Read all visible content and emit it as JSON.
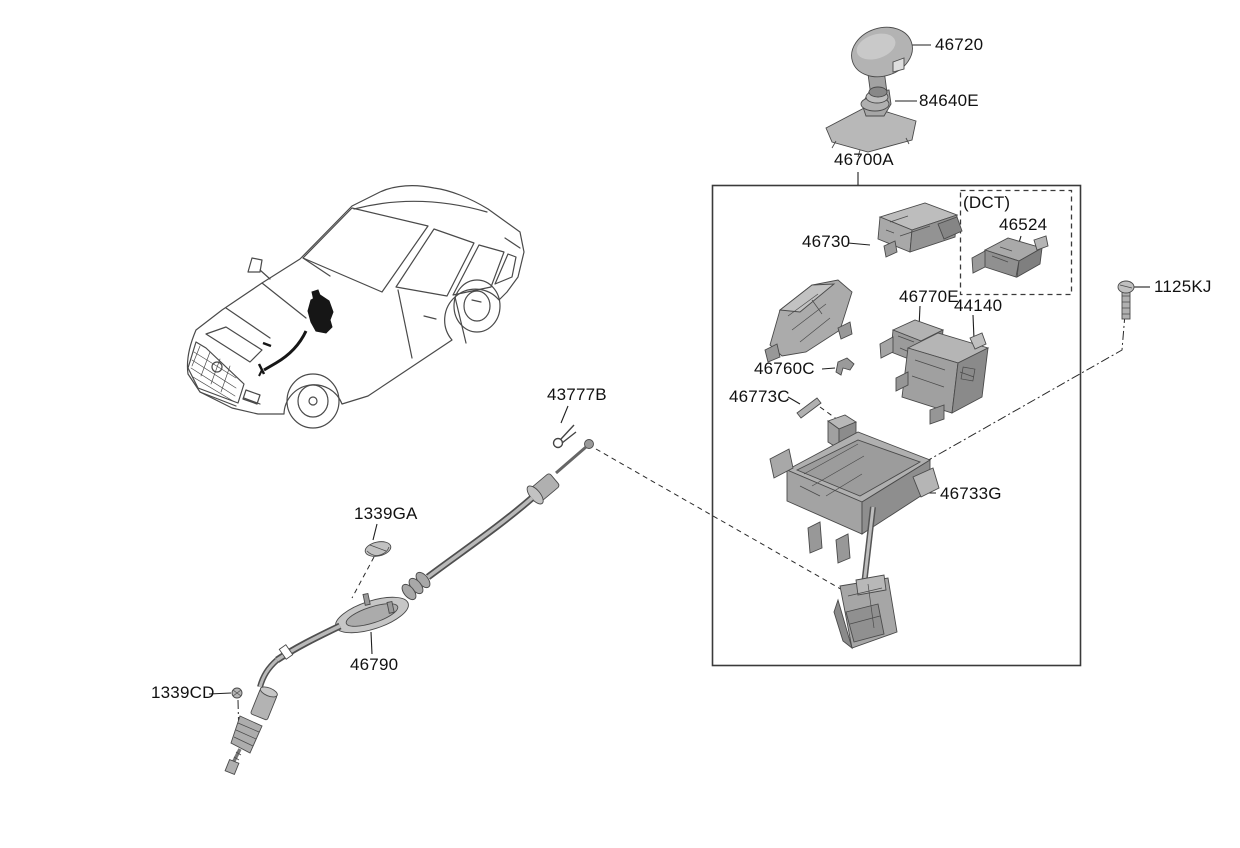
{
  "colors": {
    "line": "#4a4a4a",
    "text": "#111111",
    "box_stroke": "#3a3a3a",
    "part_light": "#c9c9c9",
    "part_mid": "#aeaeae",
    "part_dark": "#8f8f8f",
    "highlight": "#161616"
  },
  "labels": [
    {
      "id": "46720",
      "text": "46720"
    },
    {
      "id": "84640E",
      "text": "84640E"
    },
    {
      "id": "46700A",
      "text": "46700A"
    },
    {
      "id": "46730",
      "text": "46730"
    },
    {
      "id": "DCT",
      "text": "(DCT)"
    },
    {
      "id": "46524",
      "text": "46524"
    },
    {
      "id": "46770E",
      "text": "46770E"
    },
    {
      "id": "44140",
      "text": "44140"
    },
    {
      "id": "1125KJ",
      "text": "1125KJ"
    },
    {
      "id": "46760C",
      "text": "46760C"
    },
    {
      "id": "46773C",
      "text": "46773C"
    },
    {
      "id": "43777B",
      "text": "43777B"
    },
    {
      "id": "46733G",
      "text": "46733G"
    },
    {
      "id": "1339GA",
      "text": "1339GA"
    },
    {
      "id": "46790",
      "text": "46790"
    },
    {
      "id": "1339CD",
      "text": "1339CD"
    }
  ]
}
